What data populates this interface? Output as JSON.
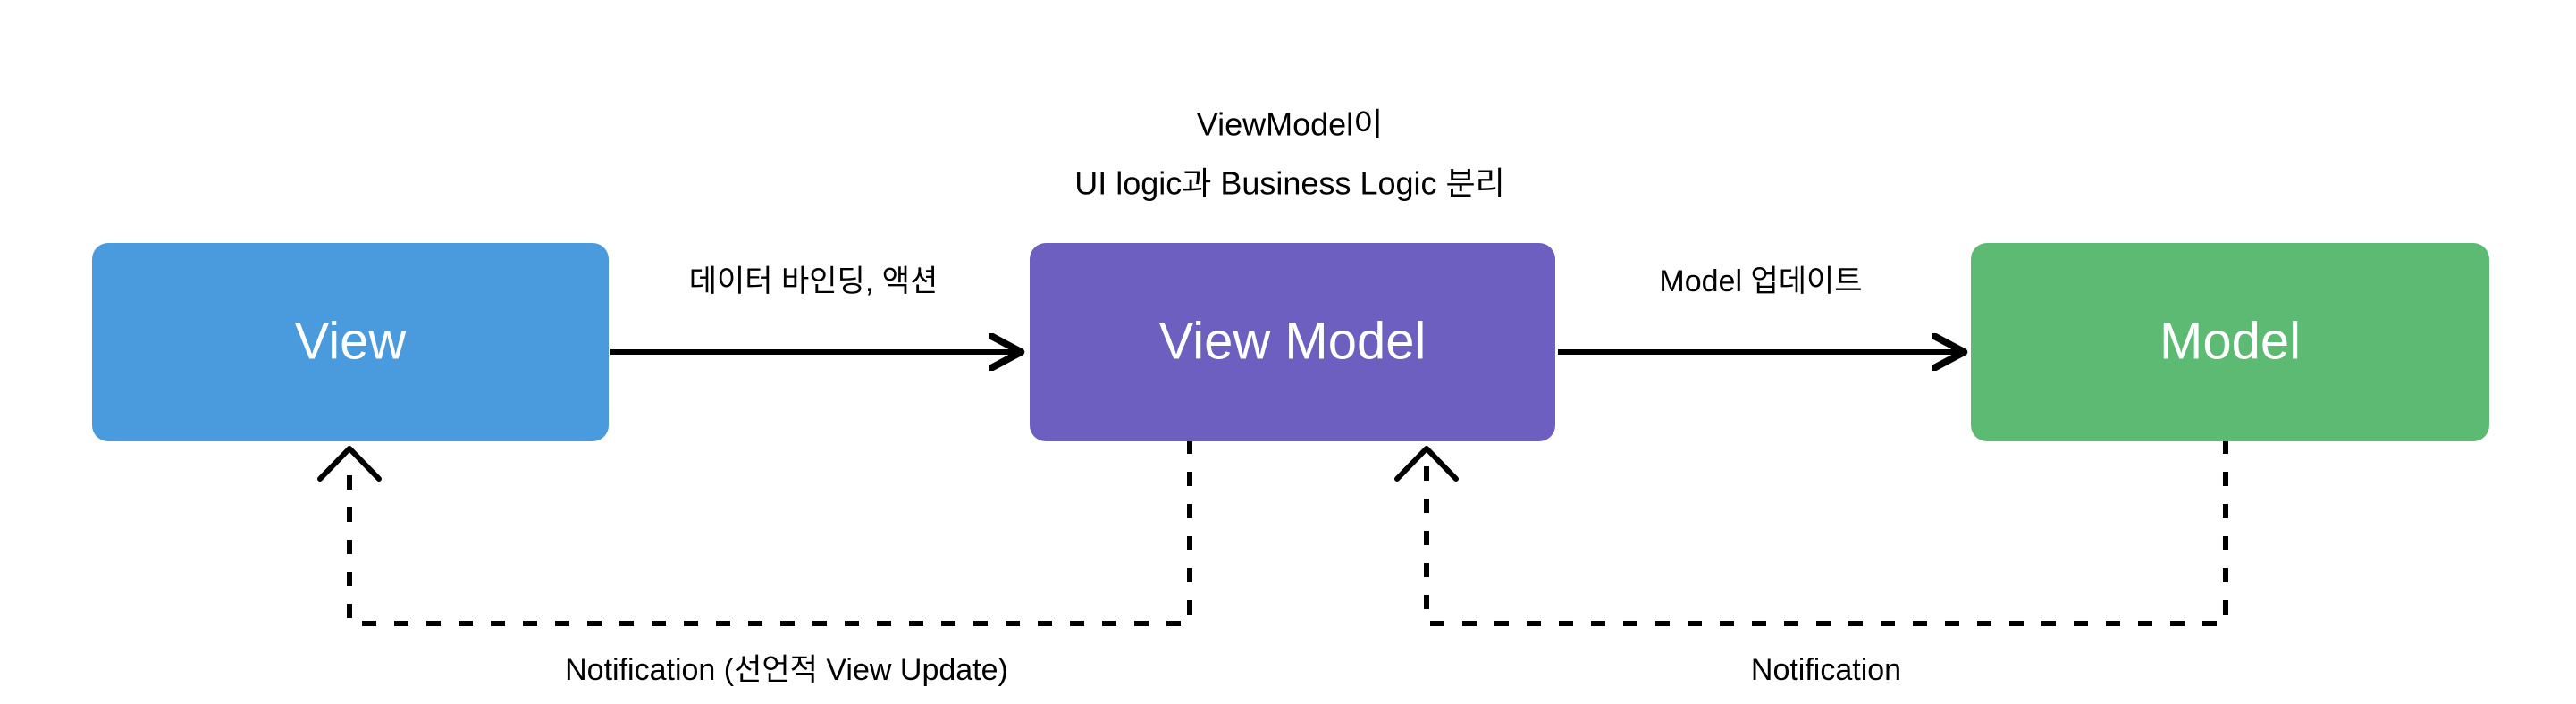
{
  "diagram": {
    "title_caption": {
      "line1": "ViewModel이",
      "line2": "UI logic과 Business Logic 분리"
    },
    "nodes": [
      {
        "id": "view",
        "label": "View",
        "color": "#4a9ade"
      },
      {
        "id": "viewmodel",
        "label": "View Model",
        "color": "#6c5fc0"
      },
      {
        "id": "model",
        "label": "Model",
        "color": "#5cba72"
      }
    ],
    "flow_edges": [
      {
        "id": "view-to-viewmodel",
        "label": "데이터 바인딩, 액션",
        "from": "view",
        "to": "viewmodel",
        "style": "solid"
      },
      {
        "id": "viewmodel-to-model",
        "label": "Model 업데이트",
        "from": "viewmodel",
        "to": "model",
        "style": "solid"
      }
    ],
    "feedback_edges": [
      {
        "id": "viewmodel-to-view-notification",
        "label": "Notification (선언적 View Update)",
        "from": "viewmodel",
        "to": "view",
        "style": "dashed"
      },
      {
        "id": "model-to-viewmodel-notification",
        "label": "Notification",
        "from": "model",
        "to": "viewmodel",
        "style": "dashed"
      }
    ],
    "colors": {
      "background": "#ffffff",
      "line": "#000000",
      "node_text": "#ffffff",
      "label_text": "#000000"
    }
  }
}
